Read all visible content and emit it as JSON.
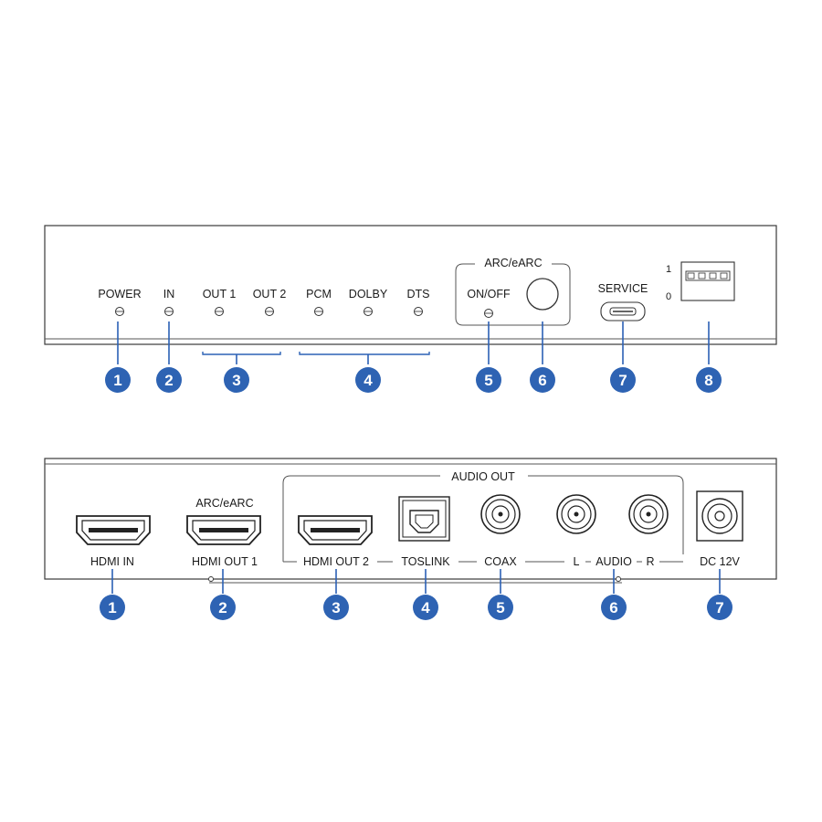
{
  "colors": {
    "accent": "#2e63b3",
    "outline": "#3a3a3a"
  },
  "front_panel": {
    "labels": {
      "power": "POWER",
      "in": "IN",
      "out1": "OUT 1",
      "out2": "OUT 2",
      "pcm": "PCM",
      "dolby": "DOLBY",
      "dts": "DTS",
      "arc_group": "ARC/eARC",
      "on_off": "ON/OFF",
      "service": "SERVICE",
      "dip_on": "1",
      "dip_off": "0"
    },
    "callouts": [
      "1",
      "2",
      "3",
      "4",
      "5",
      "6",
      "7",
      "8"
    ]
  },
  "rear_panel": {
    "labels": {
      "hdmi_in": "HDMI IN",
      "arc_earc": "ARC/eARC",
      "hdmi_out1": "HDMI OUT 1",
      "audio_out": "AUDIO OUT",
      "hdmi_out2": "HDMI OUT 2",
      "toslink": "TOSLINK",
      "coax": "COAX",
      "audio_l": "L",
      "audio": "AUDIO",
      "audio_r": "R",
      "dc": "DC 12V"
    },
    "callouts": [
      "1",
      "2",
      "3",
      "4",
      "5",
      "6",
      "7"
    ]
  }
}
